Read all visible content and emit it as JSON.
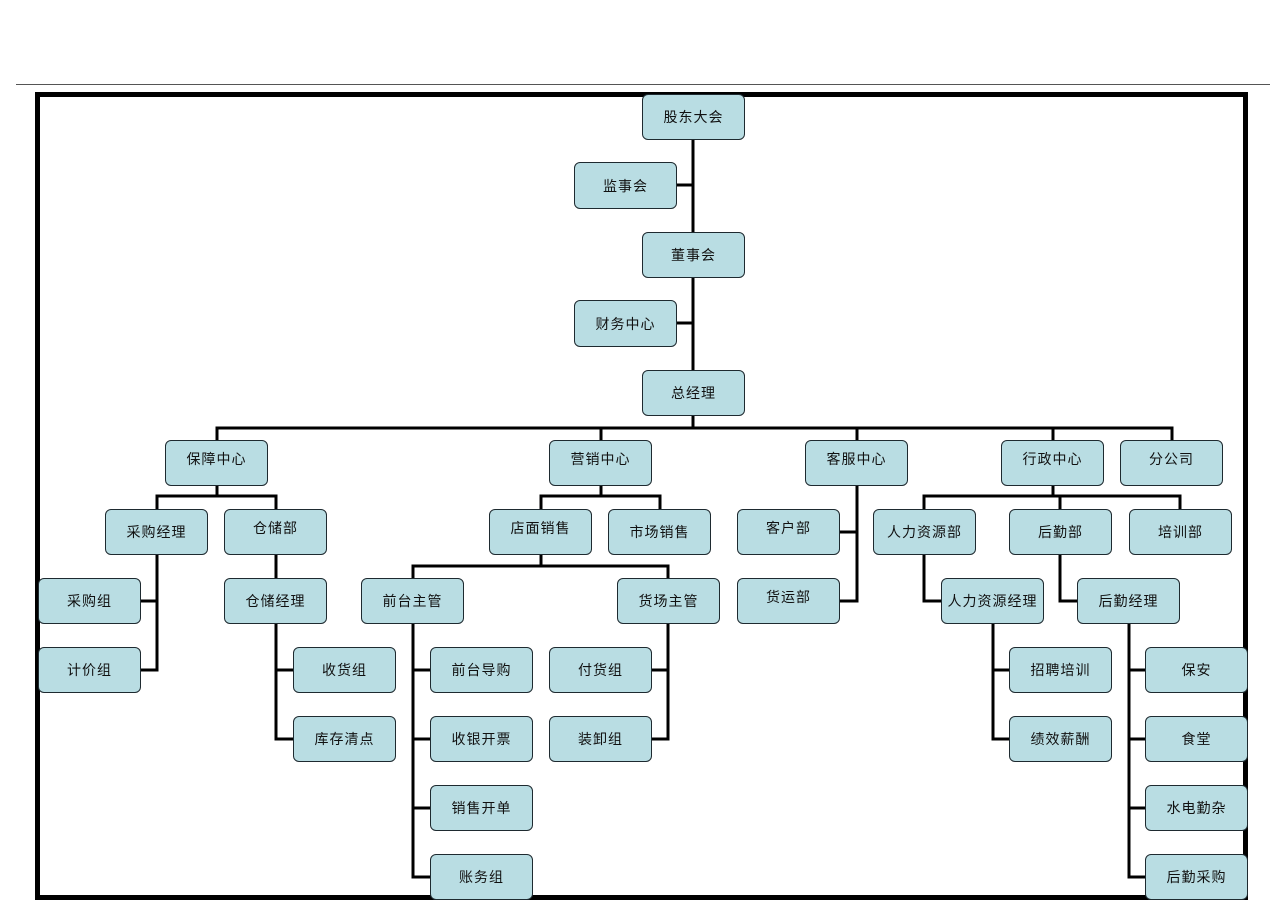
{
  "org_chart": {
    "nodes": {
      "shareholders": "股东大会",
      "supervisory": "监事会",
      "board": "董事会",
      "finance": "财务中心",
      "gm": "总经理",
      "support": "保障中心",
      "marketing": "营销中心",
      "service": "客服中心",
      "admin": "行政中心",
      "branch": "分公司",
      "purchase_mgr": "采购经理",
      "warehouse": "仓储部",
      "store_sales": "店面销售",
      "market_sales": "市场销售",
      "customer": "客户部",
      "freight": "货运部",
      "hr": "人力资源部",
      "logistics": "后勤部",
      "training": "培训部",
      "purchase_group": "采购组",
      "pricing_group": "计价组",
      "warehouse_mgr": "仓储经理",
      "receiving": "收货组",
      "inventory": "库存清点",
      "front_lead": "前台主管",
      "yard_lead": "货场主管",
      "front_guide": "前台导购",
      "cashier": "收银开票",
      "order": "销售开单",
      "accounts": "账务组",
      "delivery": "付货组",
      "loading": "装卸组",
      "hr_mgr": "人力资源经理",
      "recruit": "招聘培训",
      "payroll": "绩效薪酬",
      "logistics_mgr": "后勤经理",
      "security": "保安",
      "canteen": "食堂",
      "utilities": "水电勤杂",
      "logistics_purchase": "后勤采购"
    }
  }
}
